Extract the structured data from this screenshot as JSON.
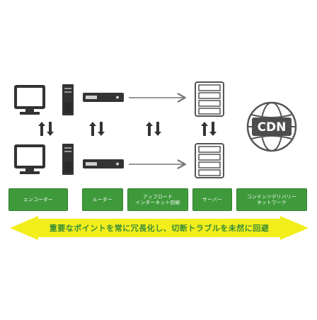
{
  "cdn": {
    "label": "CDN"
  },
  "labels": [
    {
      "id": "encoder",
      "lines": [
        "エンコーダー"
      ]
    },
    {
      "id": "router",
      "lines": [
        "ルーター"
      ]
    },
    {
      "id": "upload-line",
      "lines": [
        "アップロード",
        "インターネット回線"
      ]
    },
    {
      "id": "server",
      "lines": [
        "サーバー"
      ]
    },
    {
      "id": "content-delivery-network",
      "lines": [
        "コンテンツデリバリー",
        "ネットワーク"
      ]
    }
  ],
  "banner": {
    "text": "重要なポイントを常に冗長化し、切断トラブルを未然に回避"
  },
  "colors": {
    "label_green": "#3f9a3c",
    "banner_yellow": "#f2ee1c",
    "banner_text_green": "#3a8d35",
    "device_dark": "#333333",
    "arrow_gray": "#777777"
  }
}
